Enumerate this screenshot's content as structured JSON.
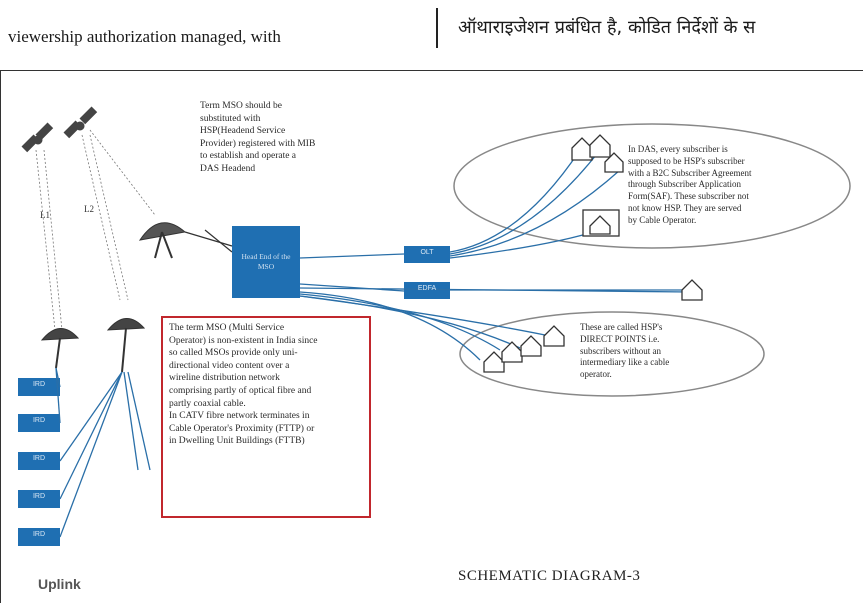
{
  "header": {
    "left_text": "viewership authorization managed, with",
    "right_text": "ऑथाराइजेशन प्रबंधित है, कोडित निर्देशों के स"
  },
  "diagram": {
    "headend_label": "Head End of the MSO",
    "distribution_boxes": [
      "OLT",
      "EDFA"
    ],
    "uplink_boxes": [
      "IRD",
      "IRD",
      "IRD",
      "IRD",
      "IRD"
    ],
    "uplink_label": "Uplink",
    "caption": "SCHEMATIC DIAGRAM-3",
    "note_headend": [
      "Term MSO should be",
      "substituted with",
      "HSP(Headend Service",
      "Provider) registered with MIB",
      "to establish and operate a",
      "DAS Headend"
    ],
    "note_das": [
      "In DAS, every subscriber is",
      "supposed to be HSP's subscriber",
      "with a B2C Subscriber Agreement",
      "through Subscriber Application",
      "Form(SAF). These subscriber not",
      "not know HSP. They are served",
      "by Cable Operator."
    ],
    "note_direct": [
      "These are called HSP's",
      "DIRECT POINTS i.e.",
      "subscribers without an",
      "intermediary like a cable",
      "operator."
    ],
    "note_mso": [
      "The term MSO (Multi Service",
      "Operator) is non-existent in India since",
      "so called MSOs provide only uni-",
      "directional video content over a",
      "wireline distribution network",
      "comprising partly of optical fibre and",
      "partly coaxial cable.",
      "In CATV fibre network terminates in",
      "Cable Operator's Proximity (FTTP) or",
      "in Dwelling Unit Buildings (FTTB)"
    ],
    "colors": {
      "box_blue": "#1f6fb2",
      "line_blue": "#2a6fa8",
      "red_border": "#c1272d"
    }
  }
}
